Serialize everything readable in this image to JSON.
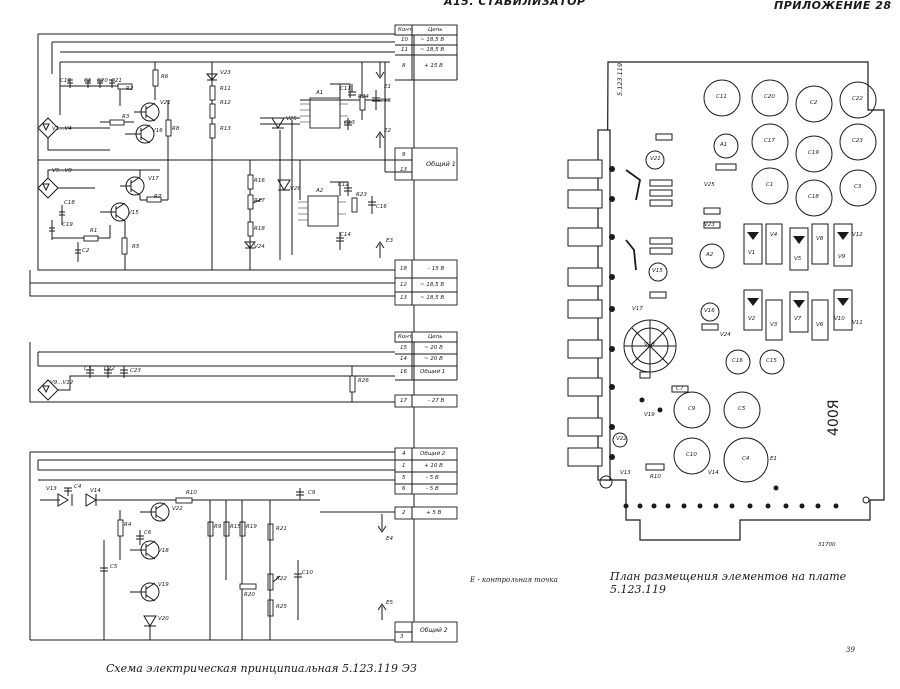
{
  "header": {
    "left_title": "А15. СТАБИЛИЗАТОР",
    "right_title": "ПРИЛОЖЕНИЕ 28"
  },
  "captions": {
    "schematic": "Схема электрическая принципиальная  5.123.119 ЭЗ",
    "board": "План размещения элементов на плате  5.123.119",
    "test_point": "Е - контрольная точка",
    "page_number": "39"
  },
  "board": {
    "code_top": "5.123.119",
    "marking": "400Я",
    "code_bottom": "31700"
  },
  "tables": {
    "top": {
      "col_contact": "Конт.",
      "col_circuit": "Цепь",
      "rows": [
        {
          "pin": "10",
          "circuit": "~ 18,5 В"
        },
        {
          "pin": "11",
          "circuit": "~ 18,5 В"
        },
        {
          "pin": "8",
          "circuit": "+ 15 В"
        },
        {
          "pin": "9",
          "circuit": "Общий 1"
        },
        {
          "pin": "13",
          "circuit": ""
        },
        {
          "pin": "18",
          "circuit": "- 15 В"
        },
        {
          "pin": "12",
          "circuit": "~ 18,5 В"
        },
        {
          "pin": "13",
          "circuit": "~ 18,5 В"
        }
      ]
    },
    "middle": {
      "col_contact": "Конт.",
      "col_circuit": "Цепь",
      "rows": [
        {
          "pin": "15",
          "circuit": "~ 20 В"
        },
        {
          "pin": "14",
          "circuit": "~ 20 В"
        },
        {
          "pin": "16",
          "circuit": "Общий 1"
        },
        {
          "pin": "17",
          "circuit": "- 27 В"
        }
      ]
    },
    "bottom": {
      "rows": [
        {
          "pin": "4",
          "circuit": "Общий 2"
        },
        {
          "pin": "1",
          "circuit": "+ 10 В"
        },
        {
          "pin": "5",
          "circuit": "- 5 В"
        },
        {
          "pin": "6",
          "circuit": "- 5 В"
        },
        {
          "pin": "2",
          "circuit": "+ 5 В"
        },
        {
          "pin": "3",
          "circuit": "Общий 2"
        }
      ]
    }
  },
  "component_labels": {
    "c17": "С17",
    "c1": "С1",
    "c20": "С20",
    "c21": "С21",
    "r2": "R2",
    "r6": "R6",
    "v23": "V23",
    "r11": "R11",
    "r12": "R12",
    "r13": "R13",
    "v21": "V21",
    "r3": "R3",
    "v16": "V16",
    "r8": "R8",
    "v1v4": "V1...V4",
    "a1": "А1",
    "c11": "С11",
    "r24": "R24",
    "c15": "С15",
    "e1": "Е1",
    "v25": "V25",
    "c13": "С13",
    "e2": "Е2",
    "r16": "R16",
    "v26": "V26",
    "a2": "А2",
    "c12": "С12",
    "r23": "R23",
    "c16": "С16",
    "r17": "R17",
    "r18": "R18",
    "c14": "С14",
    "v24": "V24",
    "v5v8": "V5...V8",
    "v17": "V17",
    "r7": "R7",
    "c18": "С18",
    "v15": "V15",
    "c19": "С19",
    "r1": "R1",
    "r5": "R5",
    "c2": "С2",
    "e3": "Е3",
    "v9v12": "V9...V12",
    "c3": "С3",
    "c22": "С22",
    "c23": "С23",
    "r26": "R26",
    "v13": "V13",
    "c4": "С4",
    "v14": "V14",
    "r10": "R10",
    "c9": "С9",
    "r4": "R4",
    "v22": "V22",
    "r9": "R9",
    "r15": "R15",
    "r19": "R19",
    "r21": "R21",
    "c6": "С6",
    "v18": "V18",
    "c5": "С5",
    "c10": "С10",
    "e4": "Е4",
    "r22": "R22",
    "v19": "V19",
    "r20": "R20",
    "r25": "R25",
    "v20": "V20",
    "e5": "Е5"
  },
  "board_labels": {
    "c11": "С11",
    "c20": "С20",
    "c2": "С2",
    "c22": "С22",
    "c17": "С17",
    "c19": "С19",
    "c23": "С23",
    "c1": "С1",
    "c18": "С18",
    "c3": "С3",
    "c16": "С16",
    "c15": "С15",
    "c9": "С9",
    "c5": "С5",
    "c10": "С10",
    "c4": "С4",
    "v21": "V21",
    "v15": "V15",
    "v17": "V17",
    "a1": "А1",
    "a2": "А2",
    "v16": "V16",
    "v18": "V18",
    "v19": "V19",
    "v22": "V22",
    "v1": "V1",
    "v4": "V4",
    "v5": "V5",
    "v8": "V8",
    "v2": "V2",
    "v3": "V3",
    "v6": "V6",
    "v7": "V7",
    "v9": "V9",
    "v12": "V12",
    "v10": "V10",
    "v11": "V11",
    "v23": "V23",
    "v24": "V24",
    "v25": "V25",
    "v13": "V13",
    "v14": "V14",
    "e1": "Е1",
    "r10": "R10",
    "c7": "С7"
  }
}
